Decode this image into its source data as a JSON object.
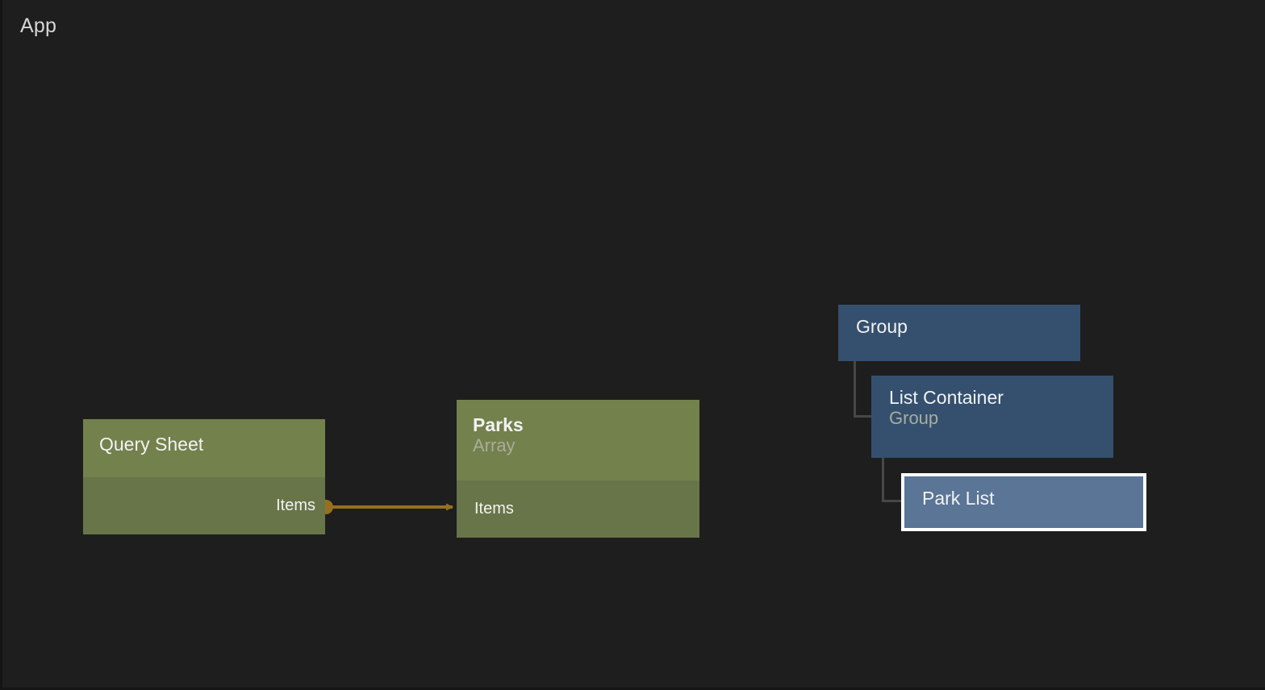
{
  "canvas": {
    "title": "App",
    "background_color": "#1e1e1e"
  },
  "colors": {
    "canvas_bg": "#1e1e1e",
    "node_green_head": "#73814d",
    "node_green_body": "#687549",
    "node_blue": "#35506e",
    "node_blue_selected": "#5a7595",
    "selection_border": "#ffffff",
    "edge": "#96701e",
    "tree_connector": "#474747",
    "text_primary": "#f2f2f2",
    "text_muted": "#a8ad9c"
  },
  "nodes": {
    "query_sheet": {
      "title": "Query Sheet",
      "subtitle": "",
      "ports": [
        {
          "label": "Items",
          "direction": "output"
        }
      ]
    },
    "parks": {
      "title": "Parks",
      "subtitle": "Array",
      "ports": [
        {
          "label": "Items",
          "direction": "input"
        }
      ]
    },
    "group": {
      "title": "Group",
      "subtitle": ""
    },
    "list_container": {
      "title": "List Container",
      "subtitle": "Group"
    },
    "park_list": {
      "title": "Park List",
      "subtitle": "",
      "selected": true
    }
  },
  "edges": [
    {
      "from_node": "query_sheet",
      "from_port": "Items",
      "to_node": "parks",
      "to_port": "Items"
    }
  ]
}
